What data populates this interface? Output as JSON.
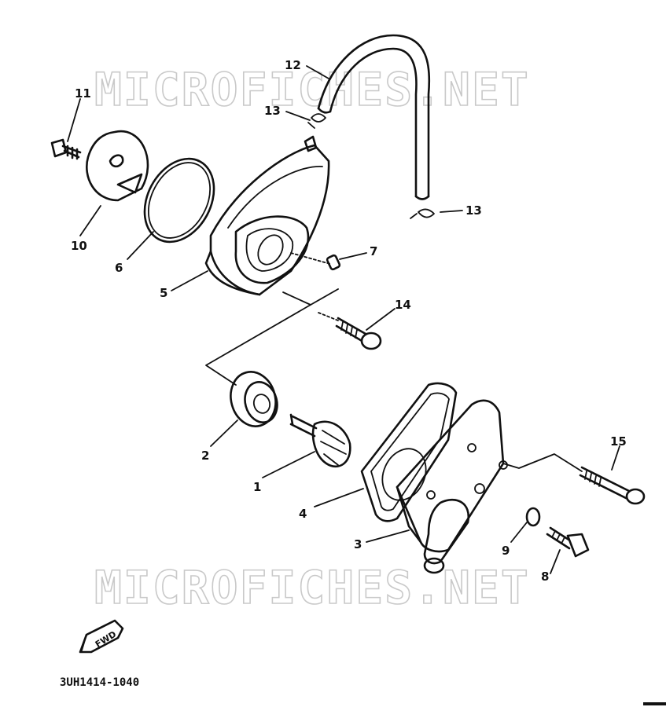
{
  "watermark": {
    "top": "MICROFICHES.NET",
    "bottom": "MICROFICHES.NET"
  },
  "parts": {
    "p1": "1",
    "p2": "2",
    "p3": "3",
    "p4": "4",
    "p5": "5",
    "p6": "6",
    "p7": "7",
    "p8": "8",
    "p9": "9",
    "p10": "10",
    "p11": "11",
    "p12": "12",
    "p13a": "13",
    "p13b": "13",
    "p14": "14",
    "p15": "15"
  },
  "direction_badge": "FWD",
  "diagram_code": "3UH1414-1040",
  "icons": {
    "direction": "forward-arrow-icon"
  }
}
